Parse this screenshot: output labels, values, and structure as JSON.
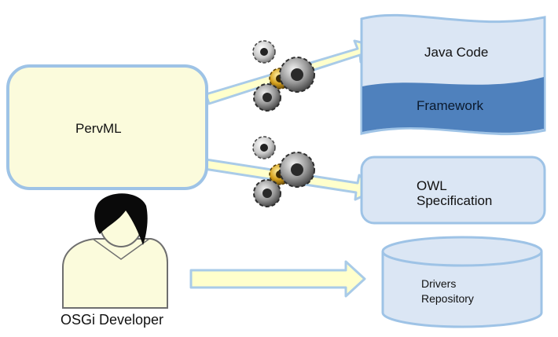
{
  "nodes": {
    "pervml": {
      "label": "PervML"
    },
    "java_code": {
      "label": "Java Code"
    },
    "framework": {
      "label": "Framework"
    },
    "owl": {
      "label_line1": "OWL",
      "label_line2": "Specification"
    },
    "drivers": {
      "label_line1": "Drivers",
      "label_line2": "Repository"
    },
    "developer": {
      "label": "OSGi Developer"
    }
  },
  "colors": {
    "node_fill": "#fbfbdc",
    "node_stroke": "#9ec3e6",
    "doc_fill": "#dbe6f4",
    "framework_fill": "#4f81bd",
    "arrow_fill": "#ffffcc",
    "arrow_stroke": "#a9cbe8"
  },
  "icons": [
    "gear-icon",
    "gear-icon",
    "person-icon"
  ]
}
